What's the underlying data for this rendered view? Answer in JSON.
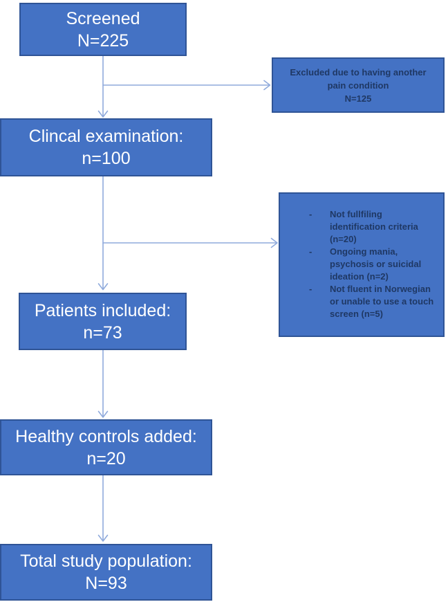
{
  "diagram": {
    "boxes": {
      "screened": {
        "text": "Screened\nN=225"
      },
      "clinical": {
        "text": "Clincal examination:\nn=100"
      },
      "patients": {
        "text": "Patients included:\nn=73"
      },
      "controls": {
        "text": "Healthy controls added:\nn=20"
      },
      "total": {
        "text": "Total study population:\nN=93"
      }
    },
    "side_boxes": {
      "excluded": {
        "text": "Excluded due to having another\npain condition\nN=125"
      },
      "reasons": {
        "bullet": "-",
        "items": [
          "Not fullfiling\nidentification criteria\n(n=20)",
          "Ongoing mania,\npsychosis or suicidal\nideation (n=2)",
          "Not fluent in Norwegian\nor unable to use a touch\nscreen (n=5)"
        ]
      }
    },
    "colors": {
      "box_fill": "#4472C4",
      "box_border": "#2F5496",
      "box_text_light": "#FFFFFF",
      "side_text_dark": "#1F3864",
      "arrow": "#8FAADC"
    }
  }
}
